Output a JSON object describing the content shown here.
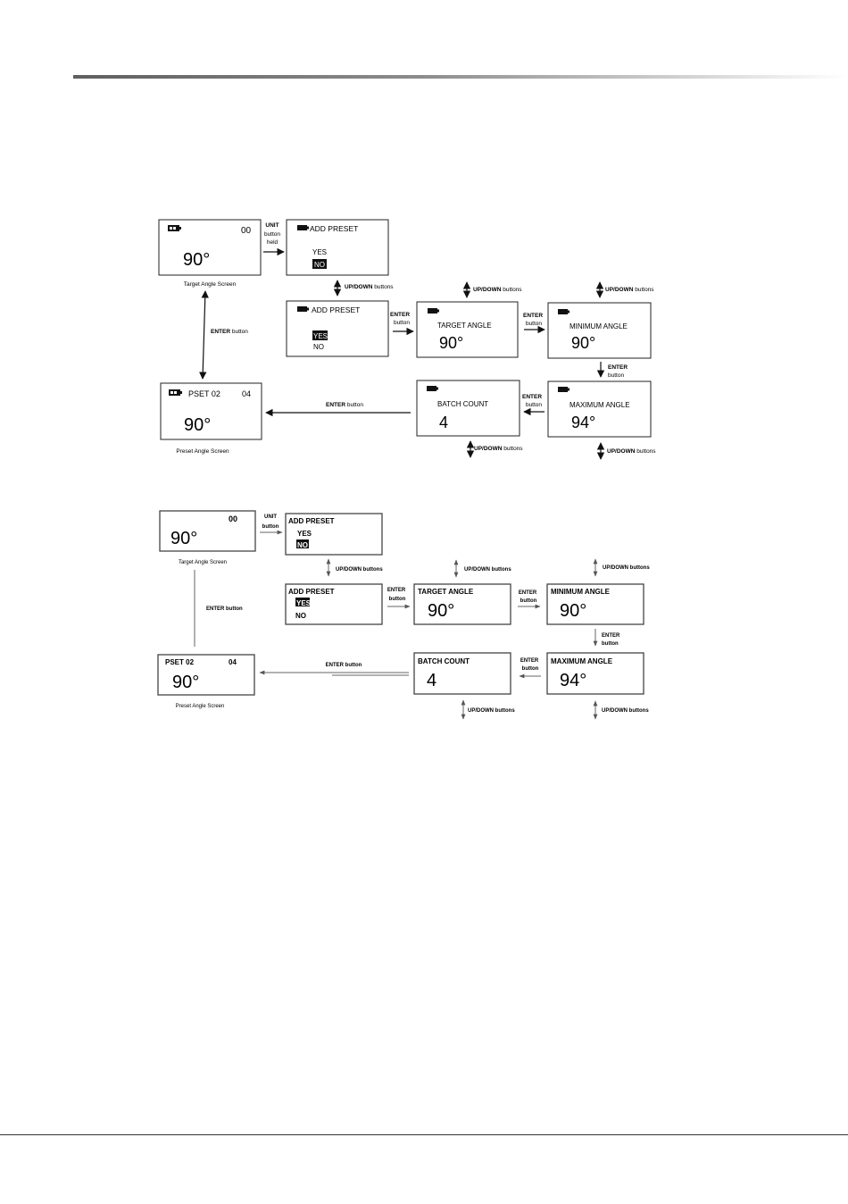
{
  "colors": {
    "lcd_border": "#222222",
    "ink": "#111111",
    "highlight_bg": "#111111",
    "highlight_text": "#ffffff",
    "rule_dark": "#5f5f5f"
  },
  "icons": {
    "battery": "battery-icon",
    "arrow": "arrow-icon"
  },
  "diagram_new": {
    "target_screen": {
      "angle": "90°",
      "count": "00",
      "caption": "Target Angle Screen"
    },
    "add_preset_1": {
      "title": "ADD PRESET",
      "yes": "YES",
      "no": "NO"
    },
    "add_preset_2": {
      "title": "ADD PRESET",
      "yes": "YES",
      "no": "NO"
    },
    "target_angle": {
      "title": "TARGET ANGLE",
      "value": "90°"
    },
    "minimum_angle": {
      "title": "MINIMUM ANGLE",
      "value": "90°"
    },
    "maximum_angle": {
      "title": "MAXIMUM ANGLE",
      "value": "94°"
    },
    "batch_count": {
      "title": "BATCH COUNT",
      "value": "4"
    },
    "preset_screen": {
      "title": "PSET 02",
      "count": "04",
      "angle": "90°",
      "caption": "Preset Angle Screen"
    },
    "labels": {
      "unit_1": "UNIT",
      "unit_2": "button",
      "unit_3": "held",
      "updown_bold": "UP/DOWN",
      "updown_rest": " buttons",
      "enter_bold": "ENTER",
      "enter_rest": " button",
      "enter_word": "ENTER",
      "button_word": "button"
    }
  },
  "diagram_old": {
    "target_screen": {
      "angle": "90°",
      "count": "00",
      "caption": "Target Angle Screen"
    },
    "add_preset_1": {
      "title": "ADD PRESET",
      "yes": "YES",
      "no": "NO"
    },
    "add_preset_2": {
      "title": "ADD PRESET",
      "yes": "YES",
      "no": "NO"
    },
    "target_angle": {
      "title": "TARGET ANGLE",
      "value": "90°"
    },
    "minimum_angle": {
      "title": "MINIMUM ANGLE",
      "value": "90°"
    },
    "maximum_angle": {
      "title": "MAXIMUM ANGLE",
      "value": "94°"
    },
    "batch_count": {
      "title": "BATCH COUNT",
      "value": "4"
    },
    "preset_screen": {
      "title": "PSET 02",
      "count": "04",
      "angle": "90°",
      "caption": "Preset Angle Screen"
    },
    "labels": {
      "unit_1": "UNIT",
      "unit_2": "button",
      "updown": "UP/DOWN buttons",
      "enter_button": "ENTER button",
      "enter_word": "ENTER",
      "button_word": "button"
    }
  }
}
